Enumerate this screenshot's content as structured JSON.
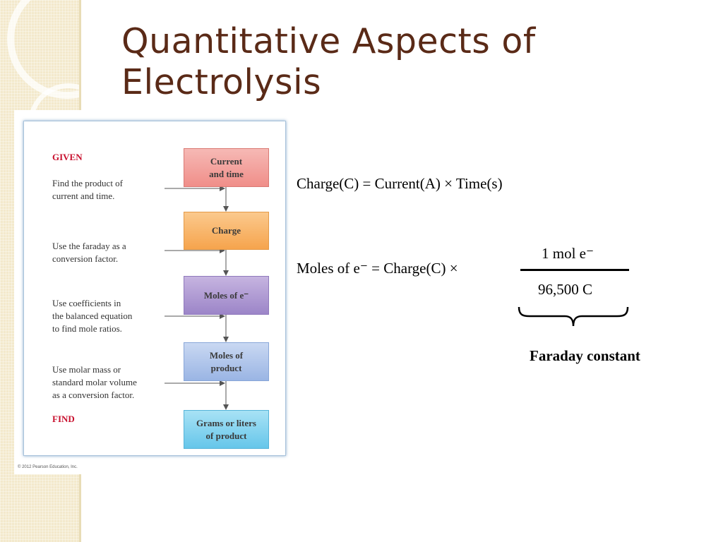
{
  "slide": {
    "title_line1": "Quantitative Aspects of",
    "title_line2": "Electrolysis"
  },
  "figure": {
    "given_label": "GIVEN",
    "find_label": "FIND",
    "copyright": "© 2012 Pearson Education, Inc.",
    "boxes": [
      {
        "line1": "Current",
        "line2": "and time"
      },
      {
        "line1": "Charge",
        "line2": ""
      },
      {
        "line1": "Moles of e⁻",
        "line2": ""
      },
      {
        "line1": "Moles of",
        "line2": "product"
      },
      {
        "line1": "Grams or liters",
        "line2": "of product"
      }
    ],
    "steps": [
      {
        "line1": "Find the product of",
        "line2": "current and time.",
        "line3": ""
      },
      {
        "line1": "Use the faraday as a",
        "line2": "conversion factor.",
        "line3": ""
      },
      {
        "line1": "Use coefficients in",
        "line2": "the balanced equation",
        "line3": "to find mole ratios."
      },
      {
        "line1": "Use molar mass or",
        "line2": "standard molar volume",
        "line3": "as a conversion factor."
      }
    ]
  },
  "equations": {
    "charge_eq": "Charge(C) = Current(A) × Time(s)",
    "moles_eq": "Moles of e⁻ = Charge(C) ×",
    "numerator": "1 mol e⁻",
    "denominator": "96,500 C",
    "brace_label": "Faraday constant"
  },
  "colors": {
    "title": "#5a2a17",
    "given_find": "#c8102e",
    "strip": "#f3e9cc"
  }
}
